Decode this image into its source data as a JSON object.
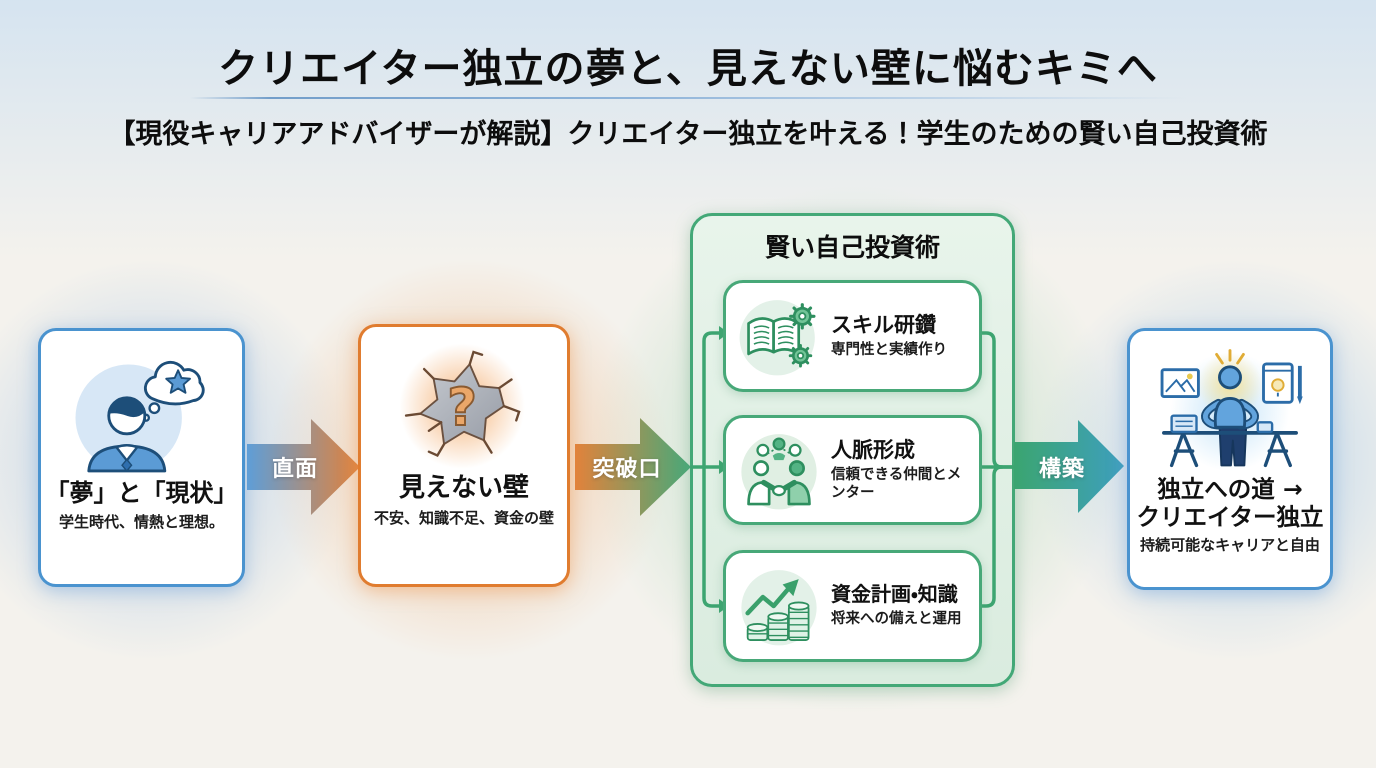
{
  "header": {
    "title": "クリエイター独立の夢と、見えない壁に悩むキミへ",
    "subtitle": "【現役キャリアアドバイザーが解説】クリエイター独立を叶える！学生のための賢い自己投資術"
  },
  "flow": {
    "dream_box": {
      "heading": "「夢」と「現状」",
      "subtext": "学生時代、情熱と理想。",
      "icon": "person-thinking-star-icon"
    },
    "arrow_face": {
      "label": "直面"
    },
    "wall_box": {
      "heading": "見えない壁",
      "subtext": "不安、知識不足、資金の壁",
      "icon": "cracked-wall-question-icon",
      "glyph": "?"
    },
    "arrow_breakthrough": {
      "label": "突破口"
    },
    "invest_panel": {
      "title": "賢い自己投資術",
      "items": [
        {
          "heading": "スキル研鑽",
          "subtext": "専門性と実績作り",
          "icon": "book-gears-icon"
        },
        {
          "heading": "人脈形成",
          "subtext": "信頼できる仲間とメンター",
          "icon": "handshake-people-icon"
        },
        {
          "heading": "資金計画・知識",
          "subtext": "将来への備えと運用",
          "icon": "growth-chart-coins-icon"
        }
      ]
    },
    "arrow_build": {
      "label": "構築"
    },
    "goal_box": {
      "heading_line1": "独立への道 →",
      "heading_line2": "クリエイター独立",
      "subtext": "持続可能なキャリアと自由",
      "icon": "creator-at-desk-icon"
    }
  },
  "colors": {
    "blue_accent": "#4a93cf",
    "orange_accent": "#e07c2f",
    "green_accent": "#43a877",
    "arrow_blue": "#5e9ed8",
    "arrow_orange": "#e2823b",
    "arrow_green": "#47a97a",
    "arrow_teal": "#3e9fbe"
  }
}
